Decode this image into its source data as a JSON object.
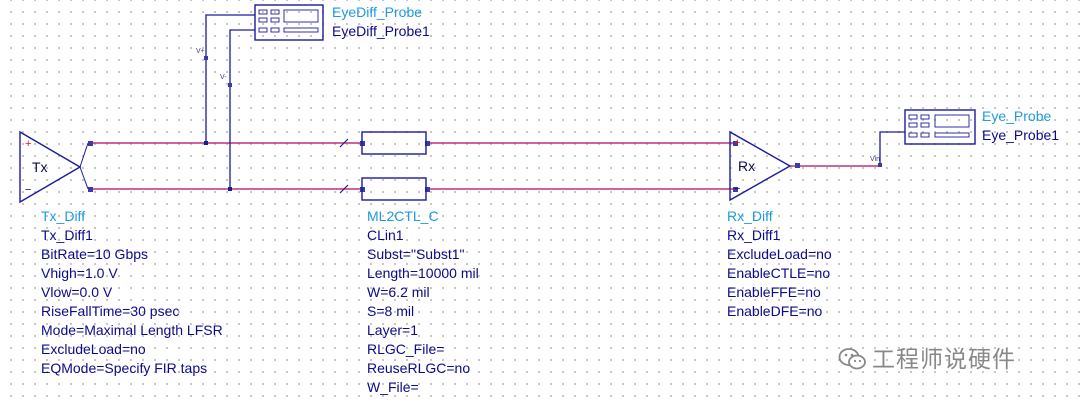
{
  "tx": {
    "symbol": "Tx",
    "lines": [
      "Tx_Diff",
      "Tx_Diff1",
      "BitRate=10 Gbps",
      "Vhigh=1.0 V",
      "Vlow=0.0 V",
      "RiseFallTime=30 psec",
      "Mode=Maximal Length LFSR",
      "ExcludeLoad=no",
      "EQMode=Specify FIR taps"
    ]
  },
  "tline": {
    "lines": [
      "ML2CTL_C",
      "CLin1",
      "Subst=\"Subst1\"",
      "Length=10000 mil",
      "W=6.2 mil",
      "S=8 mil",
      "Layer=1",
      "RLGC_File=",
      "ReuseRLGC=no",
      "W_File="
    ]
  },
  "rx": {
    "symbol": "Rx",
    "lines": [
      "Rx_Diff",
      "Rx_Diff1",
      "ExcludeLoad=no",
      "EnableCTLE=no",
      "EnableFFE=no",
      "EnableDFE=no"
    ]
  },
  "eyediff_probe": {
    "lines": [
      "EyeDiff_Probe",
      "EyeDiff_Probe1"
    ],
    "pin_vp": "V+",
    "pin_vm": "V-"
  },
  "eye_probe": {
    "lines": [
      "Eye_Probe",
      "Eye_Probe1"
    ],
    "pin_vin": "Vin"
  },
  "pins": {
    "plus": "+",
    "minus": "−"
  },
  "watermark": "工程师说硬件",
  "colors": {
    "wire": "#c0307f",
    "component": "#1a1aa0",
    "title": "#1e9be0",
    "param": "#0a0a8c"
  }
}
